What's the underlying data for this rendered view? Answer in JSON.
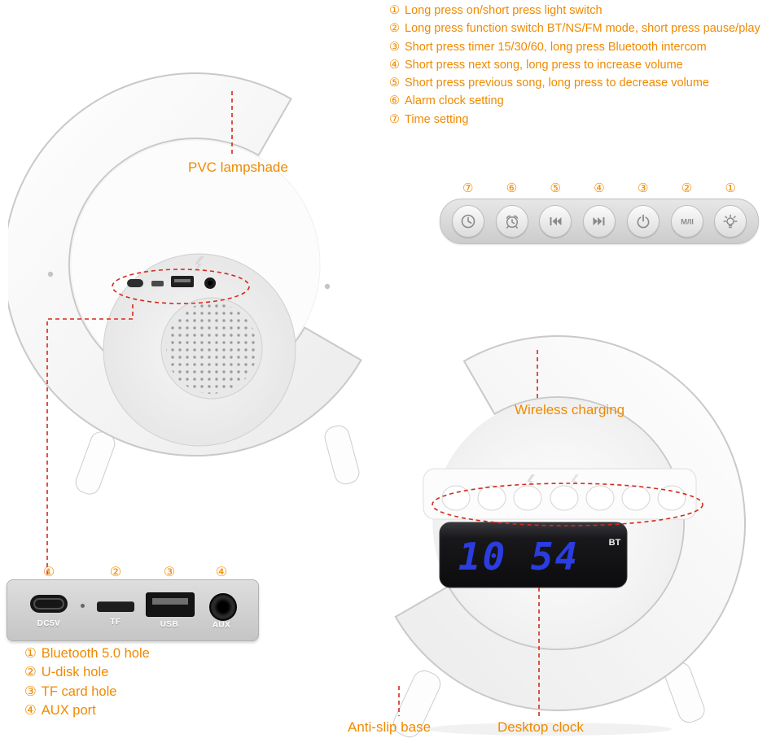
{
  "colors": {
    "accent_orange": "#ef8a00",
    "callout_red": "#d42a1d",
    "led_blue": "#2b3ce0"
  },
  "top_list": {
    "items": [
      {
        "num": "①",
        "text": "Long press on/short press light switch"
      },
      {
        "num": "②",
        "text": "Long press function switch BT/NS/FM mode, short press pause/play"
      },
      {
        "num": "③",
        "text": "Short press timer 15/30/60, long press Bluetooth intercom"
      },
      {
        "num": "④",
        "text": "Short press next song, long press to increase volume"
      },
      {
        "num": "⑤",
        "text": "Short press previous song, long press to decrease volume"
      },
      {
        "num": "⑥",
        "text": "Alarm clock setting"
      },
      {
        "num": "⑦",
        "text": "Time setting"
      }
    ]
  },
  "labels": {
    "pvc_lampshade": "PVC lampshade",
    "wireless_charging": "Wireless charging",
    "anti_slip_base": "Anti-slip base",
    "desktop_clock": "Desktop clock"
  },
  "button_strip": {
    "numbers": [
      "⑦",
      "⑥",
      "⑤",
      "④",
      "③",
      "②",
      "①"
    ],
    "icons": [
      "clock-icon",
      "alarm-clock-icon",
      "previous-track-icon",
      "next-track-icon",
      "timer-power-icon",
      "mode-pause-icon",
      "light-power-icon"
    ],
    "mode_pause_glyph": "M/II"
  },
  "clock": {
    "time": "10 54",
    "bt_label": "BT"
  },
  "ports_panel": {
    "numbers": [
      "①",
      "②",
      "③",
      "④"
    ],
    "ports": [
      {
        "label": "DC5V"
      },
      {
        "label": "TF"
      },
      {
        "label": "USB"
      },
      {
        "label": "AUX"
      }
    ]
  },
  "bottom_list": {
    "items": [
      {
        "num": "①",
        "text": "Bluetooth 5.0 hole"
      },
      {
        "num": "②",
        "text": "U-disk hole"
      },
      {
        "num": "③",
        "text": "TF card hole"
      },
      {
        "num": "④",
        "text": "AUX port"
      }
    ]
  }
}
